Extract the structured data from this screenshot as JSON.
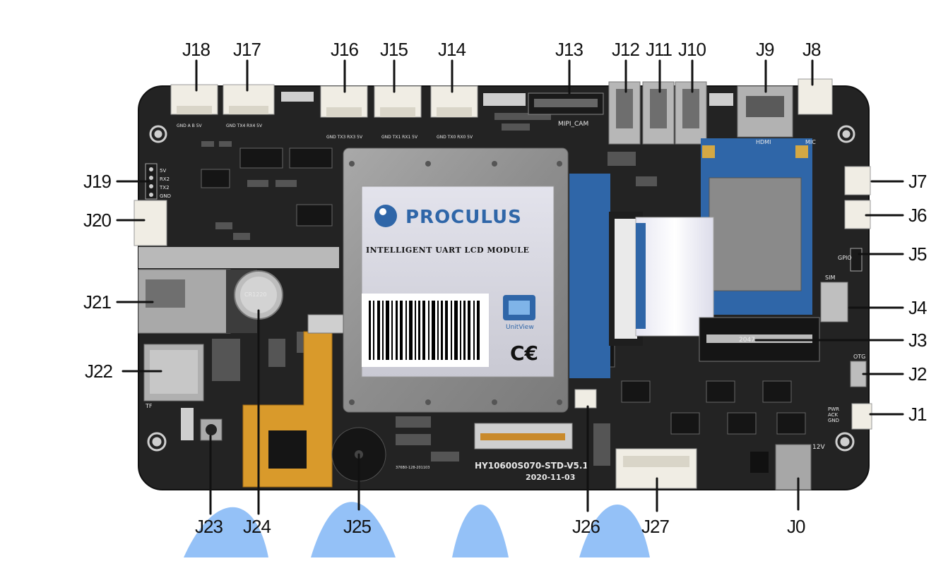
{
  "connectors": {
    "J0": "J0",
    "J1": "J1",
    "J2": "J2",
    "J3": "J3",
    "J4": "J4",
    "J5": "J5",
    "J6": "J6",
    "J7": "J7",
    "J8": "J8",
    "J9": "J9",
    "J10": "J10",
    "J11": "J11",
    "J12": "J12",
    "J13": "J13",
    "J14": "J14",
    "J15": "J15",
    "J16": "J16",
    "J17": "J17",
    "J18": "J18",
    "J19": "J19",
    "J20": "J20",
    "J21": "J21",
    "J22": "J22",
    "J23": "J23",
    "J24": "J24",
    "J25": "J25",
    "J26": "J26",
    "J27": "J27"
  },
  "module": {
    "brand": "PROCULUS",
    "subtitle": "INTELLIGENT UART LCD MODULE",
    "logo_text": "UnitView"
  },
  "board": {
    "model": "HY10600S070-STD-V5.1",
    "date": "2020-11-03",
    "silk_mipi": "MIPI_CAM",
    "silk_hdmi": "HDMI",
    "silk_mic": "MIC",
    "silk_gpio": "GPIO",
    "silk_sim": "SIM",
    "silk_otg": "OTG",
    "silk_tf": "TF",
    "silk_pwr": "PWR",
    "silk_ack": "ACK",
    "silk_gnd": "GND",
    "silk_12v": "12V",
    "silk_j19_pins": [
      "5V",
      "RX2",
      "TX2",
      "GND"
    ],
    "silk_j18": "GND A B 5V",
    "silk_j17": "GND TX4 RX4 5V",
    "silk_j16": "GND TX3 RX3 5V",
    "silk_j15": "GND TX1 RX1 5V",
    "silk_j14": "GND TX0 RX0 5V",
    "chip_mark": "2047",
    "battery_mark": "CR1220",
    "buzzer_mark": "376B0-128-201103"
  },
  "colors": {
    "background": "#ffffff",
    "pcb": "#232323",
    "watermark": "#3d8ef0",
    "shield": "#8f8f8f",
    "module_blue": "#2f66a8",
    "flex_orange": "#d99a2b",
    "leader": "#111111"
  }
}
